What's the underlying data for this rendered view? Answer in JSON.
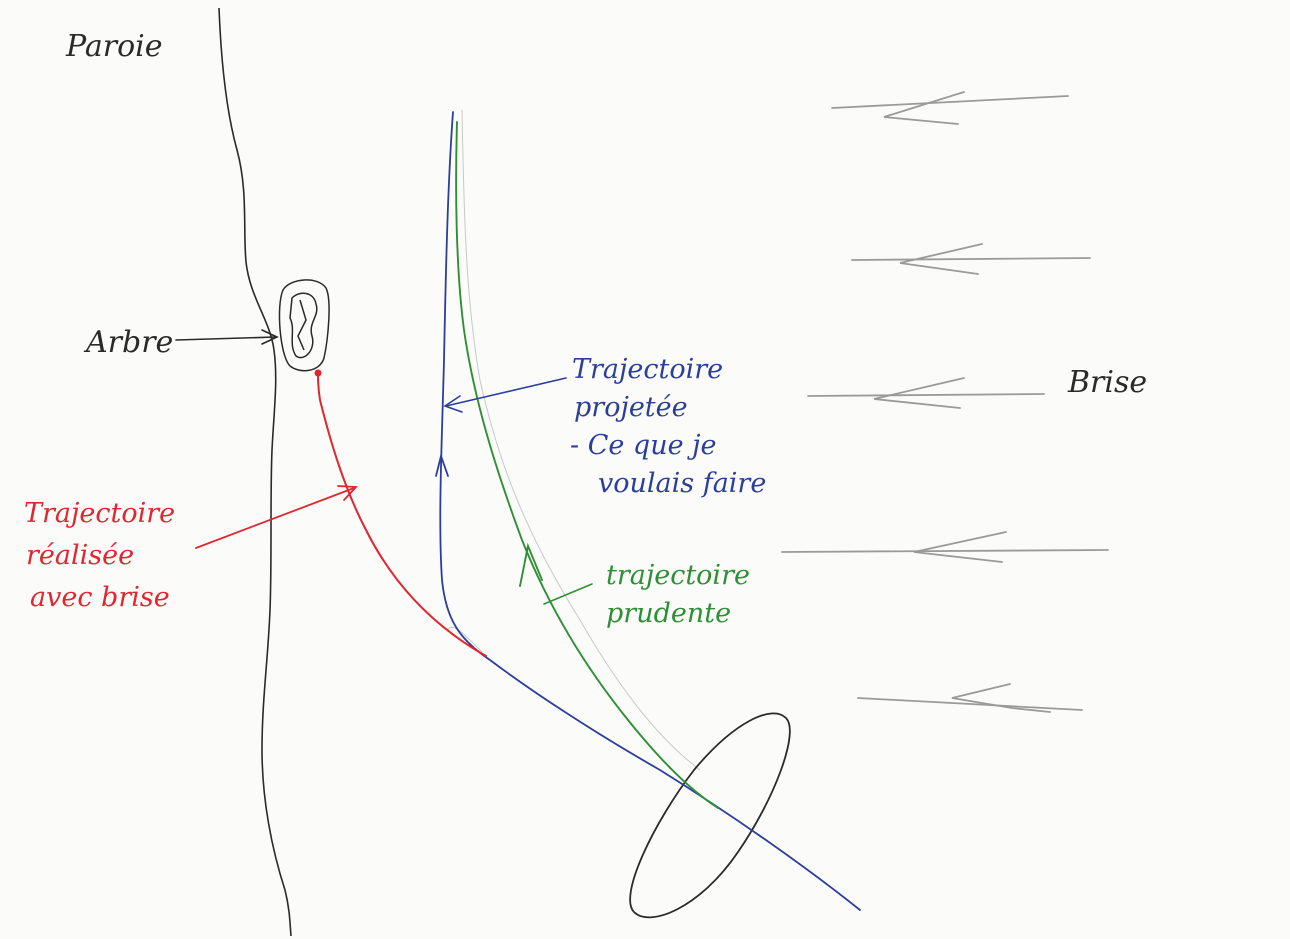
{
  "labels": {
    "wall": "Paroie",
    "tree": "Arbre",
    "breeze": "Brise",
    "planned_line1": "Trajectoire",
    "planned_line2": "projetée",
    "planned_line3": "- Ce que je",
    "planned_line4": "voulais faire",
    "prudent_line1": "trajectoire",
    "prudent_line2": "prudente",
    "actual_line1": "Trajectoire",
    "actual_line2": "réalisée",
    "actual_line3": "avec brise"
  },
  "colors": {
    "paper": "#fbfbfa",
    "pencil_black": "#2a2a2a",
    "pencil_gray": "#9a9a9a",
    "ink_blue": "#2b3f9a",
    "ink_green": "#2f8f35",
    "ink_red": "#e0262e"
  }
}
